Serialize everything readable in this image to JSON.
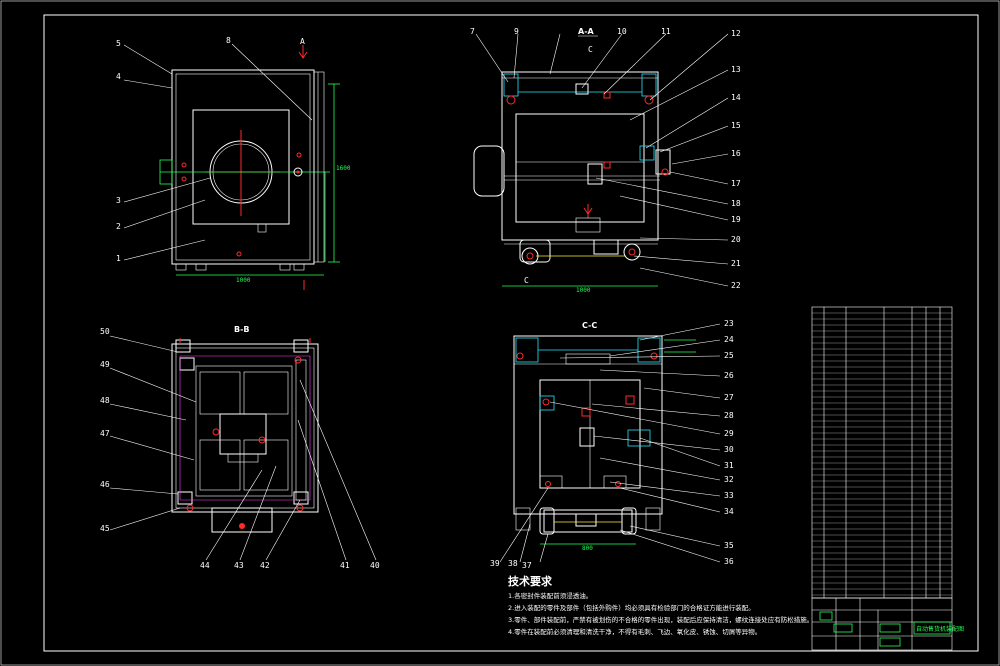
{
  "views": {
    "section_a": "A-A",
    "section_b": "B-B",
    "section_c": "C-C",
    "mark_c": "C",
    "mark_a": "A"
  },
  "balloons_front": [
    "5",
    "4",
    "3",
    "2",
    "1",
    "8"
  ],
  "balloons_top": [
    "7",
    "9",
    "10",
    "11",
    "12",
    "13",
    "14",
    "15",
    "16",
    "17",
    "18",
    "19",
    "20",
    "21",
    "22"
  ],
  "balloons_bb": [
    "50",
    "49",
    "48",
    "47",
    "46",
    "45",
    "44",
    "43",
    "42",
    "41",
    "40"
  ],
  "balloons_cc": [
    "23",
    "24",
    "25",
    "26",
    "27",
    "28",
    "29",
    "30",
    "31",
    "32",
    "33",
    "34",
    "35",
    "36",
    "37",
    "38",
    "39"
  ],
  "tech_requirements": {
    "title": "技术要求",
    "items": [
      "1.各密封件装配前须浸透油。",
      "2.进入装配的零件及部件（包括外购件）均必须具有检验部门的合格证方能进行装配。",
      "3.零件、部件装配前，严禁有被划伤的不合格的零件出现，装配后应保持清洁，螺纹连接处应有防松措施。",
      "4.零件在装配前必须清理和清洗干净，不得有毛刺、飞边、氧化皮、锈蚀、切屑等异物。"
    ]
  },
  "title_block": {
    "drawing_name": "自动售货机装配图"
  }
}
